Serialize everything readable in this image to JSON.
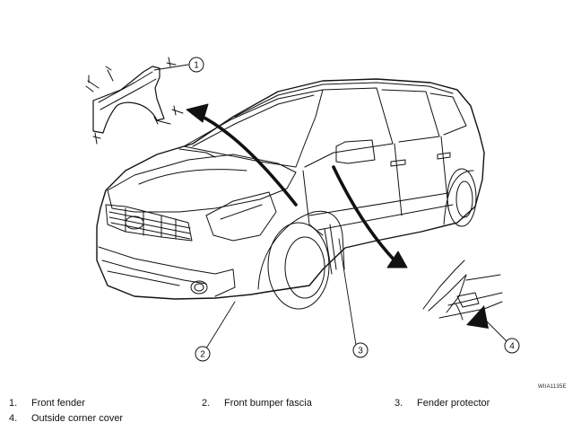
{
  "figure_ref": "WIIA1135E",
  "callouts": [
    {
      "number": "1",
      "label": "Front fender"
    },
    {
      "number": "2",
      "label": "Front bumper fascia"
    },
    {
      "number": "3",
      "label": "Fender protector"
    },
    {
      "number": "4",
      "label": "Outside corner cover"
    }
  ],
  "legend": [
    {
      "number": "1.",
      "label": "Front fender"
    },
    {
      "number": "2.",
      "label": "Front bumper fascia"
    },
    {
      "number": "3.",
      "label": "Fender protector"
    },
    {
      "number": "4.",
      "label": "Outside corner cover"
    }
  ]
}
